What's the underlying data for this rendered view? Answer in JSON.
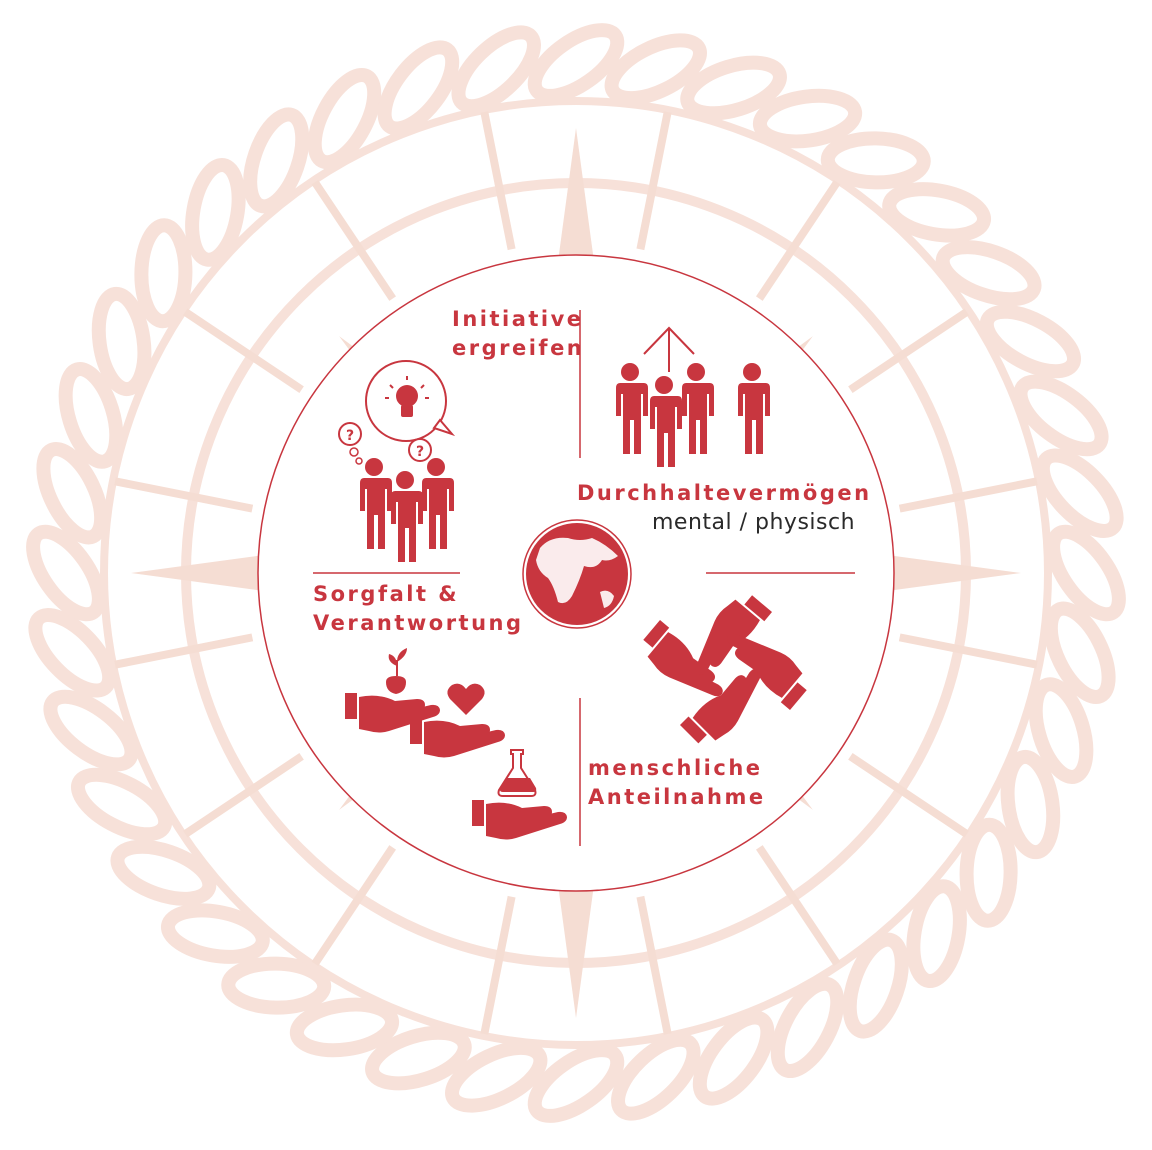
{
  "colors": {
    "accent": "#c8363f",
    "rope": "#f7e1d9",
    "compass": "#f5ddd3",
    "text_dark": "#2a2a2a"
  },
  "labels": {
    "initiative": {
      "line1": "Initiative",
      "line2": "ergreifen"
    },
    "durchhalte": {
      "title": "Durchhaltevermögen",
      "subtitle": "mental / physisch"
    },
    "sorgfalt": {
      "line1": "Sorgfalt &",
      "line2": "Verantwortung"
    },
    "anteilnahme": {
      "line1": "menschliche",
      "line2": "Anteilnahme"
    }
  },
  "icons": {
    "top_left": "people-with-idea-icon",
    "top_right": "people-leader-arrow-icon",
    "center": "globe-icon",
    "bottom_right": "joined-hands-icon",
    "bottom_left": [
      "hand-plant-icon",
      "hand-heart-icon",
      "hand-flask-icon"
    ]
  }
}
